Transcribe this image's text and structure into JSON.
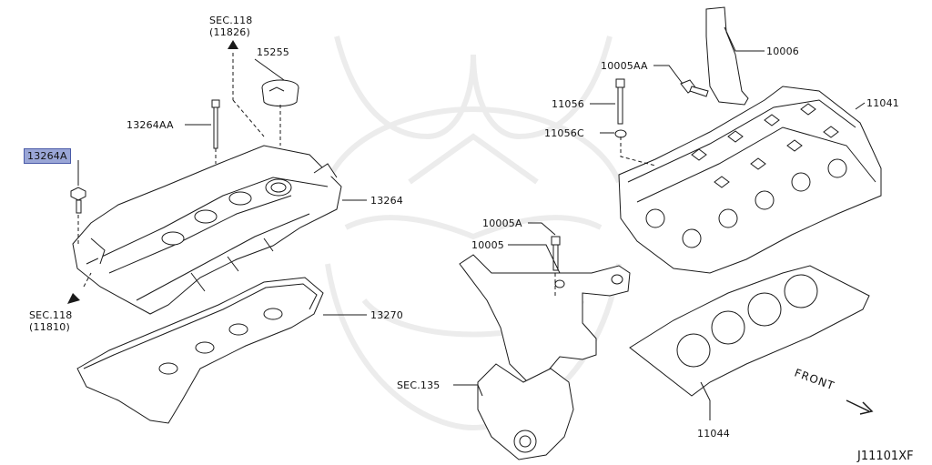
{
  "diagram_code": "J11101XF",
  "front_label": "FRONT",
  "watermark": "samurai-mask-watermark",
  "callouts": {
    "sec118_top_line1": "SEC.118",
    "sec118_top_line2": "(11826)",
    "p15255": "15255",
    "p13264AA": "13264AA",
    "p13264A": "13264A",
    "p13264": "13264",
    "sec118_bottom_line1": "SEC.118",
    "sec118_bottom_line2": "(11810)",
    "p13270": "13270",
    "p10006": "10006",
    "p10005AA": "10005AA",
    "p11056": "11056",
    "p11056C": "11056C",
    "p11041": "11041",
    "p10005A": "10005A",
    "p10005": "10005",
    "sec135": "SEC.135",
    "p11044": "11044"
  },
  "selected_part": "13264A",
  "colors": {
    "line": "#1a1a1a",
    "highlight": "#9aa6d6",
    "highlight_border": "#4a5aa8",
    "watermark": "#ececec"
  }
}
